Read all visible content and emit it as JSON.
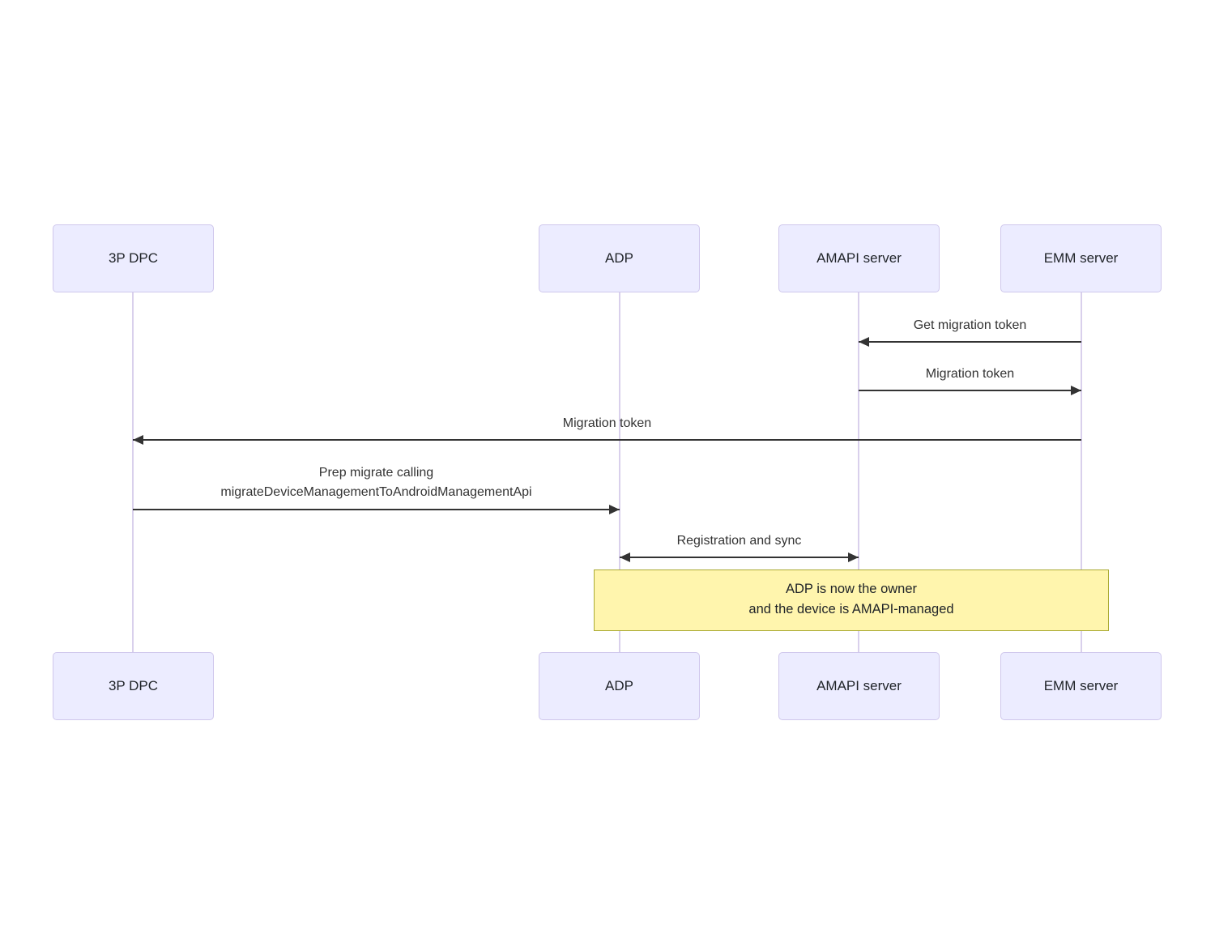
{
  "diagram": {
    "type": "sequence",
    "actors": [
      {
        "id": "3p-dpc",
        "label": "3P DPC"
      },
      {
        "id": "adp",
        "label": "ADP"
      },
      {
        "id": "amapi-server",
        "label": "AMAPI server"
      },
      {
        "id": "emm-server",
        "label": "EMM server"
      }
    ],
    "messages": [
      {
        "from": "EMM server",
        "to": "AMAPI server",
        "direction": "left",
        "label": "Get migration token"
      },
      {
        "from": "AMAPI server",
        "to": "EMM server",
        "direction": "right",
        "label": "Migration token"
      },
      {
        "from": "EMM server",
        "to": "3P DPC",
        "direction": "left",
        "label": "Migration token"
      },
      {
        "from": "3P DPC",
        "to": "ADP",
        "direction": "right",
        "label_lines": [
          "Prep migrate calling",
          "migrateDeviceManagementToAndroidManagementApi"
        ]
      },
      {
        "from": "ADP",
        "to": "AMAPI server",
        "direction": "both",
        "label": "Registration and sync"
      }
    ],
    "note": {
      "over": [
        "ADP",
        "EMM server"
      ],
      "lines": [
        "ADP is now the owner",
        "and the device is AMAPI-managed"
      ],
      "fill": "#fff5ad",
      "border": "#aaaa33"
    },
    "colors": {
      "actor_fill": "#ececff",
      "actor_border": "#cfc7ec",
      "lifeline": "#d9d0ec",
      "arrow": "#333333"
    }
  }
}
